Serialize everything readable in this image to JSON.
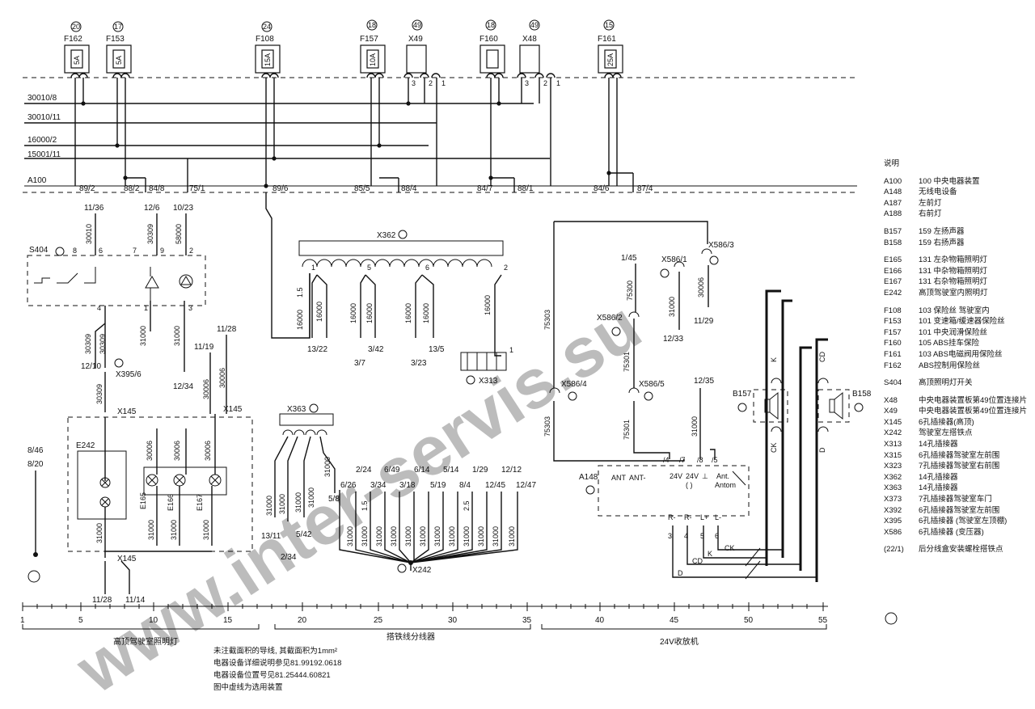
{
  "fuses": [
    {
      "id": "F162",
      "amp": "5A",
      "circle": "20"
    },
    {
      "id": "F153",
      "amp": "5A",
      "circle": "17"
    },
    {
      "id": "F108",
      "amp": "15A",
      "circle": "24"
    },
    {
      "id": "F157",
      "amp": "10A",
      "circle": "18"
    },
    {
      "id": "F160",
      "amp": "",
      "circle": "18"
    },
    {
      "id": "F161",
      "amp": "25A",
      "circle": "15"
    }
  ],
  "relay_slots": [
    {
      "id": "X49",
      "circle": "49",
      "pins": [
        "3",
        "2",
        "1"
      ]
    },
    {
      "id": "X48",
      "circle": "49",
      "pins": [
        "3",
        "2",
        "1"
      ]
    }
  ],
  "bus_lines": [
    "30010/8",
    "30010/11",
    "16000/2",
    "15001/11",
    "A100"
  ],
  "a100_terminals": [
    "89/2",
    "88/2",
    "84/8",
    "75/1",
    "89/6",
    "85/5",
    "88/4",
    "84/7",
    "88/1",
    "84/6",
    "87/4"
  ],
  "wire_labels": {
    "s404_top": [
      "11/36",
      "12/6",
      "10/23"
    ],
    "s404_wires": [
      "30010",
      "30309",
      "58000"
    ],
    "s404_pins": [
      "8",
      "6",
      "7",
      "9",
      "2",
      "4",
      "1",
      "3"
    ],
    "s404_id": "S404",
    "s404_lower": [
      "30309",
      "30309",
      "31000",
      "31000"
    ],
    "x395": "X395/6",
    "wire_1210": "12/10",
    "wire_1234": "12/34",
    "wire_1119": "11/19",
    "wire_1128": "11/28",
    "wire_30006": "30006",
    "x145": "X145",
    "x362": "X362",
    "x362_pins": [
      "1",
      "5",
      "6",
      "2"
    ],
    "x362_wire_size": "1.5",
    "x362_wires": [
      "16000",
      "16000",
      "16000",
      "16000",
      "16000",
      "16000",
      "16000"
    ],
    "x362_dest": [
      "13/22",
      "3/42",
      "3/7",
      "13/5",
      "3/23"
    ],
    "x313": "X313",
    "x313_pin": "1",
    "x363": "X363",
    "x363_wires": [
      "31000",
      "31000",
      "31000",
      "31000",
      "31000"
    ],
    "x363_dest": [
      "13/11",
      "5/42",
      "2/34",
      "5/8"
    ],
    "x242_top": [
      "2/24",
      "6/49",
      "6/14",
      "5/14",
      "1/29",
      "12/12",
      "6/26",
      "3/34",
      "3/18",
      "5/19",
      "8/4",
      "12/45",
      "12/47"
    ],
    "x242_wires": [
      "31000",
      "31000",
      "31000",
      "31000",
      "31000",
      "31000",
      "31000",
      "31000",
      "31000",
      "31000",
      "31000",
      "31000"
    ],
    "x242_sizes": [
      "1.5",
      "2.5"
    ],
    "x242": "X242",
    "e242": "E242",
    "lamps": [
      "E165",
      "E166",
      "E167"
    ],
    "lamp_wires": [
      "30006",
      "30006",
      "30006",
      "31000",
      "31000",
      "31000",
      "31000"
    ],
    "left_refs": [
      "8/46",
      "8/20",
      "11/28",
      "11/14"
    ],
    "x586": [
      "X586/3",
      "X586/1",
      "X586/2",
      "X586/4",
      "X586/5"
    ],
    "x586_wires": [
      "75303",
      "75300",
      "31000",
      "30006",
      "75301",
      "75301",
      "75303",
      "31000"
    ],
    "x586_dest": [
      "1/45",
      "12/33",
      "11/29",
      "12/35"
    ],
    "a148": "A148",
    "a148_pins": [
      "ANT",
      "ANT-",
      "24V",
      "24V",
      "( )",
      "⊥",
      "Ant.",
      "Antom"
    ],
    "a148_top_pins": [
      "/4",
      "/7",
      "/8",
      "/5"
    ],
    "a148_bot_pins": [
      "R-",
      "R-",
      "L+",
      "L-"
    ],
    "a148_bot_nums": [
      "3",
      "4",
      "5",
      "6"
    ],
    "speakers": [
      "B157",
      "B158"
    ],
    "speaker_wires": [
      "K",
      "CD",
      "CK",
      "D",
      "CD",
      "K",
      "CK",
      "D"
    ]
  },
  "ruler_numbers": [
    "1",
    "5",
    "10",
    "15",
    "20",
    "25",
    "30",
    "35",
    "40",
    "45",
    "50",
    "55"
  ],
  "sections": [
    "高顶驾驶室照明灯",
    "搭铁线分线器",
    "24V收放机"
  ],
  "legend_title": "说明",
  "legend": [
    {
      "code": "A100",
      "desc": "100  中央电器装置"
    },
    {
      "code": "A148",
      "desc": "无线电设备"
    },
    {
      "code": "A187",
      "desc": "左前灯"
    },
    {
      "code": "A188",
      "desc": "右前灯"
    },
    {
      "code": "",
      "desc": ""
    },
    {
      "code": "B157",
      "desc": "159  左扬声器"
    },
    {
      "code": "B158",
      "desc": "159  右扬声器"
    },
    {
      "code": "",
      "desc": ""
    },
    {
      "code": "E165",
      "desc": "131  左杂物箱照明灯"
    },
    {
      "code": "E166",
      "desc": "131  中杂物箱照明灯"
    },
    {
      "code": "E167",
      "desc": "131  右杂物箱照明灯"
    },
    {
      "code": "E242",
      "desc": "高顶驾驶室内照明灯"
    },
    {
      "code": "",
      "desc": ""
    },
    {
      "code": "F108",
      "desc": "103  保险丝  驾驶室内"
    },
    {
      "code": "F153",
      "desc": "101  变速箱/缓速器保险丝"
    },
    {
      "code": "F157",
      "desc": "101  中央润滑保险丝"
    },
    {
      "code": "F160",
      "desc": "105  ABS挂车保险"
    },
    {
      "code": "F161",
      "desc": "103  ABS电磁阀用保险丝"
    },
    {
      "code": "F162",
      "desc": "ABS控制用保险丝"
    },
    {
      "code": "",
      "desc": ""
    },
    {
      "code": "S404",
      "desc": "高顶照明灯开关"
    },
    {
      "code": "",
      "desc": ""
    },
    {
      "code": "X48",
      "desc": "中央电器装置板第49位置连接片"
    },
    {
      "code": "X49",
      "desc": "中央电器装置板第49位置连接片"
    },
    {
      "code": "X145",
      "desc": "6孔插接器(高顶)"
    },
    {
      "code": "X242",
      "desc": "驾驶室左搭铁点"
    },
    {
      "code": "X313",
      "desc": "14孔插接器"
    },
    {
      "code": "X315",
      "desc": "6孔插接器驾驶室左前围"
    },
    {
      "code": "X323",
      "desc": "7孔插接器驾驶室右前围"
    },
    {
      "code": "X362",
      "desc": "14孔插接器"
    },
    {
      "code": "X363",
      "desc": "14孔插接器"
    },
    {
      "code": "X373",
      "desc": "7孔插接器驾驶室车门"
    },
    {
      "code": "X392",
      "desc": "6孔插接器驾驶室左前围"
    },
    {
      "code": "X395",
      "desc": "6孔插接器 (驾驶室左顶棚)"
    },
    {
      "code": "X586",
      "desc": "6孔插接器 (变压器)"
    },
    {
      "code": "",
      "desc": ""
    },
    {
      "code": "(22/1)",
      "desc": "后分线盒安装螺栓搭铁点"
    }
  ],
  "notes": [
    "未注截面积的导线, 其截面积为1mm²",
    "电器设备详细说明参见81.99192.0618",
    "电器设备位置号见81.25444.60821",
    "图中虚线为选用装置"
  ],
  "watermark": "www.inter-servis.su"
}
